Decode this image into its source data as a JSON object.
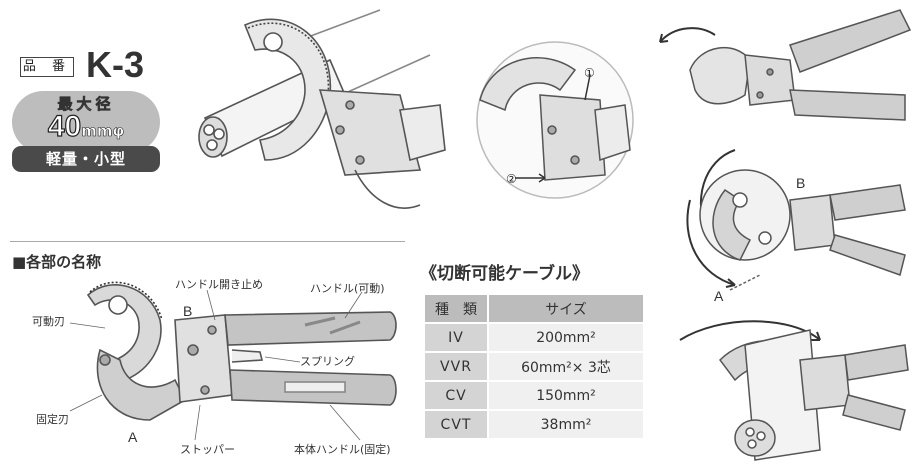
{
  "product": {
    "hinban_label": "品 番",
    "model": "K-3",
    "diameter_label": "最大径",
    "diameter_value": "40",
    "diameter_unit": "mmφ",
    "feature": "軽量・小型"
  },
  "parts_section": {
    "title": "■各部の名称",
    "labels": {
      "movable_blade": "可動刃",
      "fixed_blade": "固定刃",
      "handle_stop": "ハンドル開き止め",
      "handle_movable": "ハンドル(可動)",
      "spring": "スプリング",
      "stopper": "ストッパー",
      "body_handle": "本体ハンドル(固定)",
      "point_a": "A",
      "point_b": "B"
    }
  },
  "cable_table": {
    "title": "《切断可能ケーブル》",
    "headers": [
      "種　類",
      "サイズ"
    ],
    "rows": [
      {
        "kind": "IV",
        "size": "200mm²"
      },
      {
        "kind": "VVR",
        "size": "60mm²× 3芯"
      },
      {
        "kind": "CV",
        "size": "150mm²"
      },
      {
        "kind": "CVT",
        "size": "38mm²"
      }
    ]
  },
  "illustrations": {
    "step_1": "①",
    "step_2": "②",
    "right_b": "B",
    "right_a": "A"
  }
}
